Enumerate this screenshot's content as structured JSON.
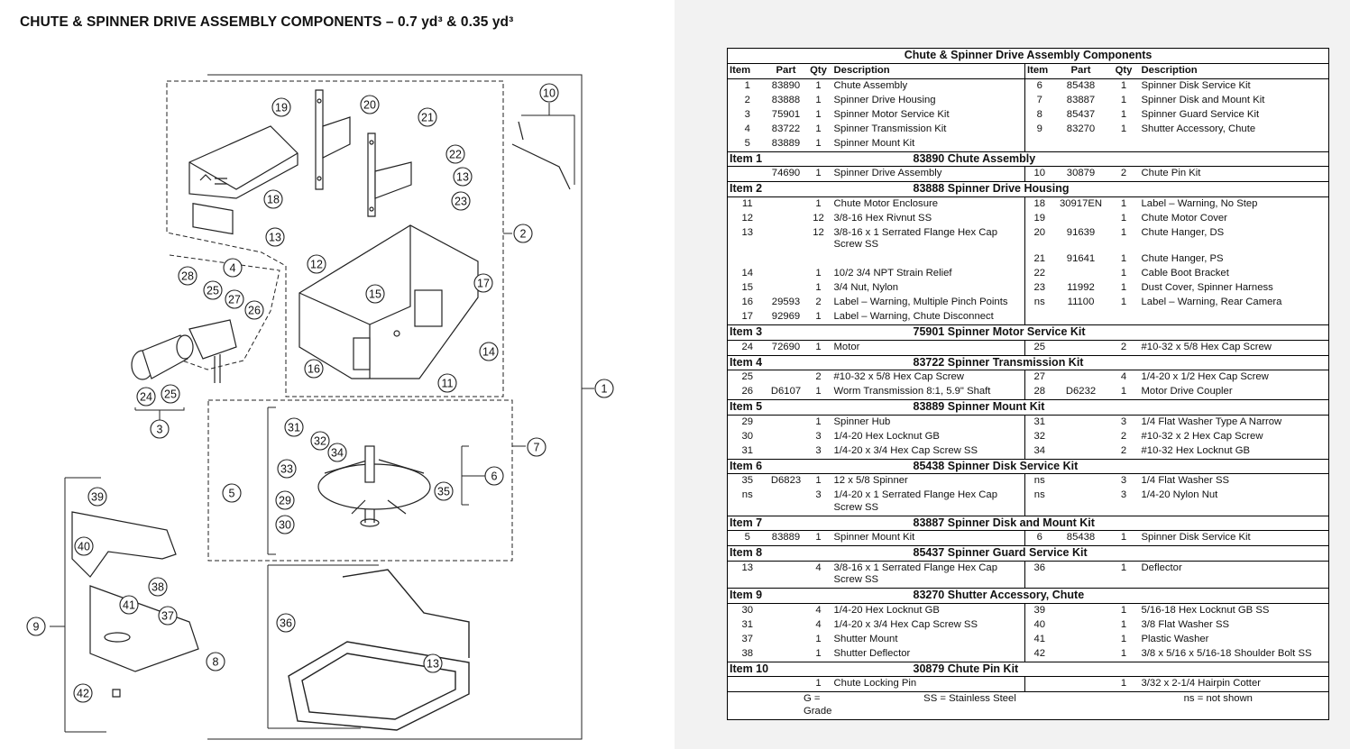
{
  "page_title": "CHUTE & SPINNER DRIVE ASSEMBLY COMPONENTS – 0.7 yd³ & 0.35 yd³",
  "diagram_callouts": [
    "1",
    "2",
    "3",
    "4",
    "5",
    "6",
    "7",
    "8",
    "9",
    "10",
    "11",
    "12",
    "13",
    "13",
    "13",
    "14",
    "15",
    "16",
    "17",
    "18",
    "19",
    "20",
    "21",
    "22",
    "23",
    "24",
    "25",
    "25",
    "26",
    "27",
    "28",
    "29",
    "30",
    "31",
    "32",
    "33",
    "34",
    "35",
    "36",
    "37",
    "38",
    "39",
    "40",
    "41",
    "42"
  ],
  "table": {
    "title": "Chute & Spinner Drive Assembly Components",
    "headers": [
      "Item",
      "Part",
      "Qty",
      "Description",
      "Item",
      "Part",
      "Qty",
      "Description"
    ],
    "top_rows": [
      [
        "1",
        "83890",
        "1",
        "Chute Assembly",
        "6",
        "85438",
        "1",
        "Spinner Disk Service Kit"
      ],
      [
        "2",
        "83888",
        "1",
        "Spinner Drive Housing",
        "7",
        "83887",
        "1",
        "Spinner Disk and Mount Kit"
      ],
      [
        "3",
        "75901",
        "1",
        "Spinner Motor Service Kit",
        "8",
        "85437",
        "1",
        "Spinner Guard Service Kit"
      ],
      [
        "4",
        "83722",
        "1",
        "Spinner Transmission Kit",
        "9",
        "83270",
        "1",
        "Shutter Accessory, Chute"
      ],
      [
        "5",
        "83889",
        "1",
        "Spinner Mount Kit",
        "",
        "",
        "",
        ""
      ]
    ],
    "sections": [
      {
        "label": "Item 1",
        "title": "83890  Chute Assembly",
        "rows": [
          [
            "",
            "74690",
            "1",
            "Spinner Drive Assembly",
            "10",
            "30879",
            "2",
            "Chute Pin Kit"
          ]
        ]
      },
      {
        "label": "Item 2",
        "title": "83888  Spinner Drive Housing",
        "rows": [
          [
            "11",
            "",
            "1",
            "Chute Motor Enclosure",
            "18",
            "30917EN",
            "1",
            "Label – Warning, No Step"
          ],
          [
            "12",
            "",
            "12",
            "3/8-16 Hex Rivnut SS",
            "19",
            "",
            "1",
            "Chute Motor Cover"
          ],
          [
            "13",
            "",
            "12",
            "3/8-16 x 1 Serrated Flange Hex Cap Screw SS",
            "20",
            "91639",
            "1",
            "Chute Hanger, DS"
          ],
          [
            "",
            "",
            "",
            "",
            "21",
            "91641",
            "1",
            "Chute Hanger, PS"
          ],
          [
            "14",
            "",
            "1",
            "10/2 3/4 NPT Strain Relief",
            "22",
            "",
            "1",
            "Cable Boot Bracket"
          ],
          [
            "15",
            "",
            "1",
            "3/4 Nut, Nylon",
            "23",
            "11992",
            "1",
            "Dust Cover, Spinner Harness"
          ],
          [
            "16",
            "29593",
            "2",
            "Label – Warning, Multiple Pinch Points",
            "ns",
            "11100",
            "1",
            "Label – Warning, Rear Camera"
          ],
          [
            "17",
            "92969",
            "1",
            "Label – Warning, Chute Disconnect",
            "",
            "",
            "",
            ""
          ]
        ]
      },
      {
        "label": "Item 3",
        "title": "75901  Spinner Motor Service Kit",
        "rows": [
          [
            "24",
            "72690",
            "1",
            "Motor",
            "25",
            "",
            "2",
            "#10-32 x 5/8 Hex Cap Screw"
          ]
        ]
      },
      {
        "label": "Item 4",
        "title": "83722  Spinner Transmission Kit",
        "rows": [
          [
            "25",
            "",
            "2",
            "#10-32 x 5/8 Hex Cap Screw",
            "27",
            "",
            "4",
            "1/4-20 x 1/2 Hex Cap Screw"
          ],
          [
            "26",
            "D6107",
            "1",
            "Worm Transmission 8:1, 5.9\" Shaft",
            "28",
            "D6232",
            "1",
            "Motor Drive Coupler"
          ]
        ]
      },
      {
        "label": "Item 5",
        "title": "83889  Spinner Mount Kit",
        "rows": [
          [
            "29",
            "",
            "1",
            "Spinner Hub",
            "31",
            "",
            "3",
            "1/4 Flat Washer Type A Narrow"
          ],
          [
            "30",
            "",
            "3",
            "1/4-20 Hex Locknut GB",
            "32",
            "",
            "2",
            "#10-32 x 2 Hex Cap Screw"
          ],
          [
            "31",
            "",
            "3",
            "1/4-20 x 3/4 Hex Cap Screw SS",
            "34",
            "",
            "2",
            "#10-32 Hex Locknut GB"
          ]
        ]
      },
      {
        "label": "Item 6",
        "title": "85438  Spinner Disk Service Kit",
        "rows": [
          [
            "35",
            "D6823",
            "1",
            "12 x 5/8 Spinner",
            "ns",
            "",
            "3",
            "1/4 Flat Washer SS"
          ],
          [
            "ns",
            "",
            "3",
            "1/4-20 x 1 Serrated Flange Hex Cap Screw SS",
            "ns",
            "",
            "3",
            "1/4-20 Nylon Nut"
          ]
        ]
      },
      {
        "label": "Item 7",
        "title": "83887  Spinner Disk and Mount Kit",
        "rows": [
          [
            "5",
            "83889",
            "1",
            "Spinner Mount Kit",
            "6",
            "85438",
            "1",
            "Spinner Disk Service Kit"
          ]
        ]
      },
      {
        "label": "Item 8",
        "title": "85437  Spinner Guard Service Kit",
        "rows": [
          [
            "13",
            "",
            "4",
            "3/8-16 x 1 Serrated Flange Hex Cap Screw SS",
            "36",
            "",
            "1",
            "Deflector"
          ]
        ]
      },
      {
        "label": "Item 9",
        "title": "83270  Shutter Accessory, Chute",
        "rows": [
          [
            "30",
            "",
            "4",
            "1/4-20 Hex Locknut GB",
            "39",
            "",
            "1",
            "5/16-18 Hex Locknut GB SS"
          ],
          [
            "31",
            "",
            "4",
            "1/4-20 x 3/4 Hex Cap Screw SS",
            "40",
            "",
            "1",
            "3/8 Flat Washer SS"
          ],
          [
            "37",
            "",
            "1",
            "Shutter Mount",
            "41",
            "",
            "1",
            "Plastic Washer"
          ],
          [
            "38",
            "",
            "1",
            "Shutter Deflector",
            "42",
            "",
            "1",
            "3/8 x 5/16 x 5/16-18 Shoulder Bolt SS"
          ]
        ]
      },
      {
        "label": "Item 10",
        "title": "30879  Chute Pin Kit",
        "rows": [
          [
            "",
            "",
            "1",
            "Chute Locking Pin",
            "",
            "",
            "1",
            "3/32 x 2-1/4 Hairpin Cotter"
          ]
        ]
      }
    ],
    "footer": [
      "G = Grade",
      "SS = Stainless Steel",
      "ns = not shown"
    ]
  }
}
